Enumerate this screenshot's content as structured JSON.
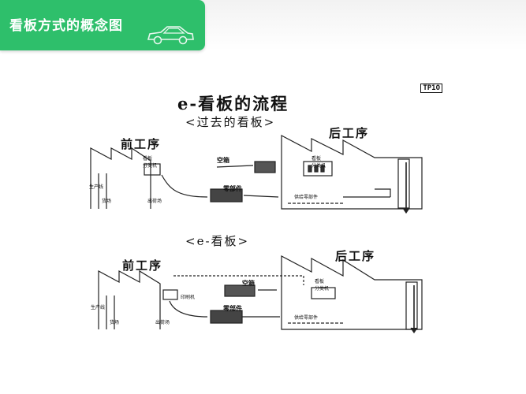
{
  "header": {
    "title": "看板方式的概念图",
    "accent_color": "#2ebf6b",
    "icon": "car-icon"
  },
  "document": {
    "title": "e-看板的流程",
    "code": "TP1O",
    "section_past": {
      "title": "<过去的看板>",
      "front_process": "前工序",
      "back_process": "后工序",
      "production_line": "生产线",
      "goods_area": "货场",
      "shipping_area": "出荷场",
      "kanban_sorter_front": "看板\n分类机",
      "kanban_sorter_back": "看板\n分类机",
      "empty_box": "空箱",
      "parts": "零部件",
      "parts_supply": "供给零部件"
    },
    "section_e": {
      "title": "<e-看板>",
      "front_process": "前工序",
      "back_process": "后工序",
      "production_line": "生产线",
      "printer": "印刷机",
      "goods_area": "货场",
      "shipping_area": "出荷场",
      "kanban_sorter": "看板\n分类机",
      "empty_box": "空箱",
      "parts": "零部件",
      "parts_supply": "供给零部件"
    }
  }
}
